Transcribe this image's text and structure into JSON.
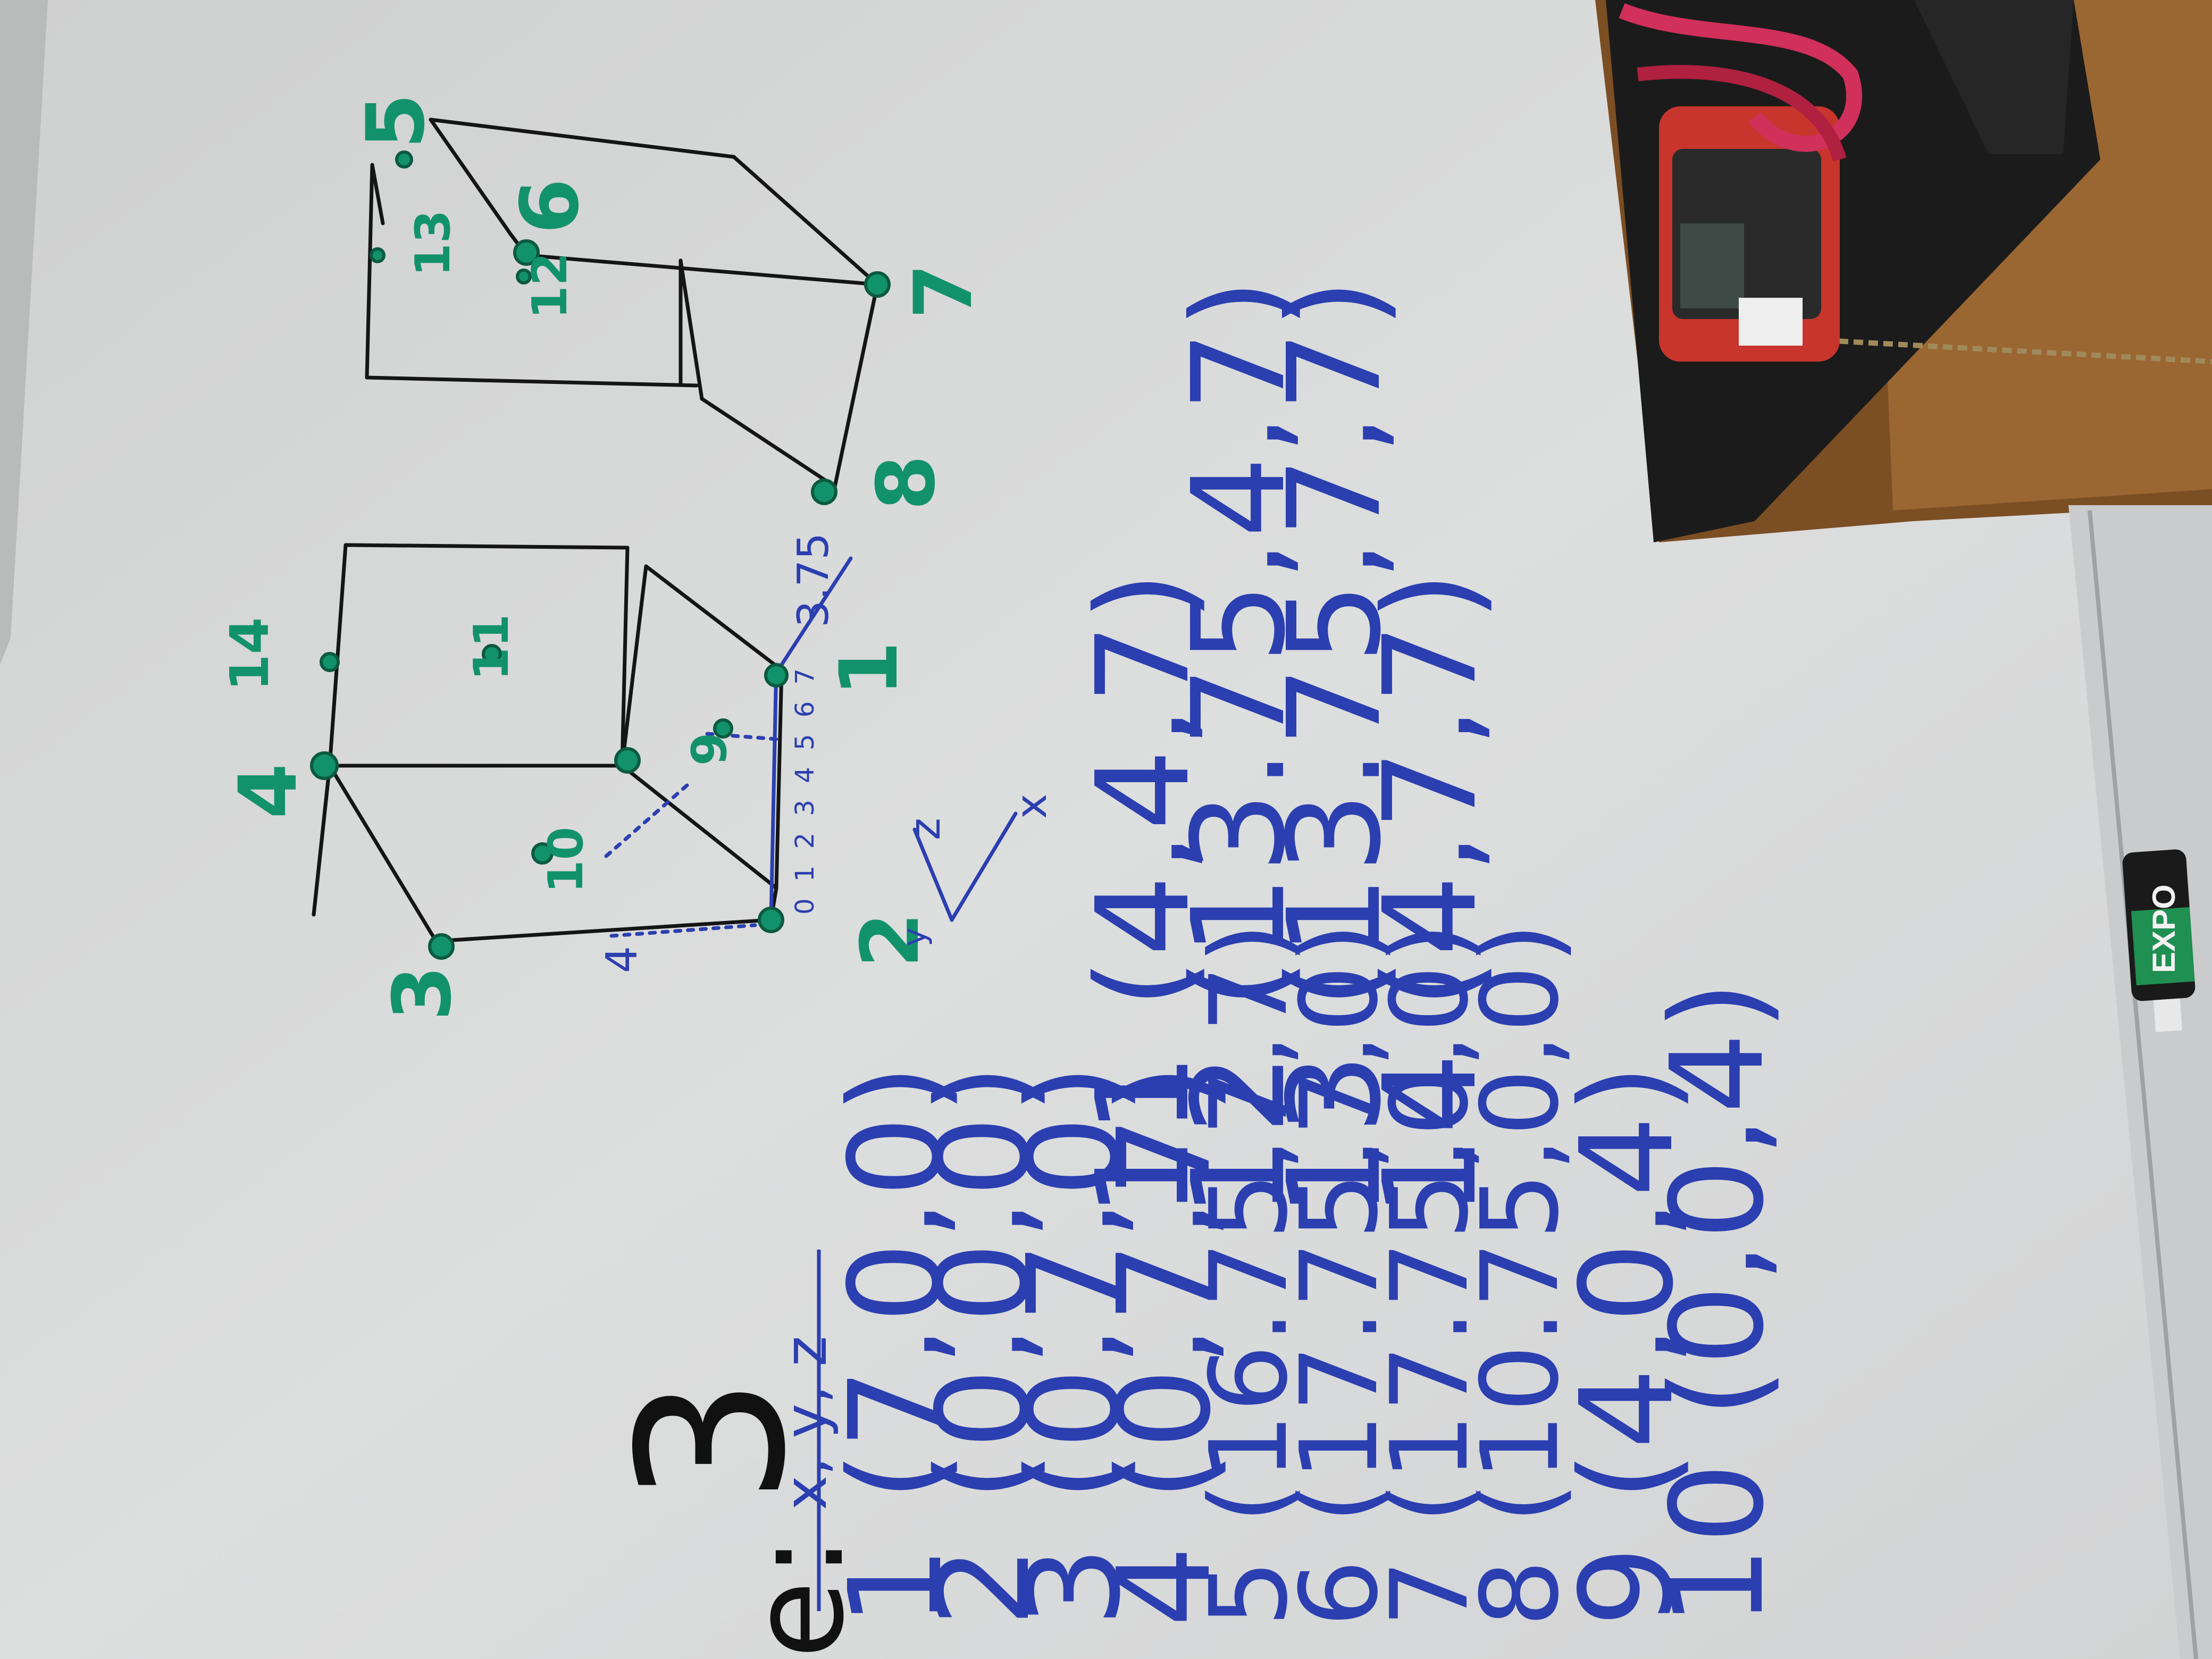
{
  "board": {
    "header_fragment": "e:",
    "figure_number": "3",
    "column_header": "x, y, z",
    "coordinates": [
      {
        "n": "1",
        "v": "(7,0,0)"
      },
      {
        "n": "2",
        "v": "(0,0,0)"
      },
      {
        "n": "3",
        "v": "(0,7,0)"
      },
      {
        "n": "4",
        "v": "(0,7,7)"
      },
      {
        "n": "5",
        "v": "(16.75,7,7)"
      },
      {
        "n": "6",
        "v": "(17.75,7,0)"
      },
      {
        "n": "7",
        "v": "(17.75,0,0)"
      },
      {
        "n": "8",
        "v": "(10.75,0,0)"
      },
      {
        "n": "9",
        "v": "(4,0,4)"
      },
      {
        "n": "10",
        "v": "(0,0,4)"
      },
      {
        "n": "11",
        "v": "(4,4,7)"
      },
      {
        "n": "12",
        "v": "(13.75,4,7)"
      },
      {
        "n": "13",
        "v": "(13.75,7,7)"
      },
      {
        "n": "14",
        "v": "(4,7,7)"
      }
    ],
    "diagram_labels": {
      "p1": "1",
      "p2": "2",
      "p3": "3",
      "p4": "4",
      "p5": "5",
      "p6": "6",
      "p7": "7",
      "p8": "8",
      "p9": "9",
      "p10": "10",
      "p11": "11",
      "p12": "12",
      "p13": "13",
      "p14": "14",
      "dimension": "3.75",
      "tick_4": "4",
      "axis_z": "z",
      "axis_x": "x",
      "axis_y": "y",
      "scale_ticks": "0 1 2 3 4 5 6 7"
    },
    "marker_brand": "EXPO"
  },
  "colors": {
    "board": "#d9dada",
    "ink_blue": "#2b3fb0",
    "ink_green": "#12926a",
    "ink_black": "#111111",
    "shelf": "#1c1c1c",
    "wood": "#8a5a2a",
    "meter_red": "#c8352c"
  }
}
